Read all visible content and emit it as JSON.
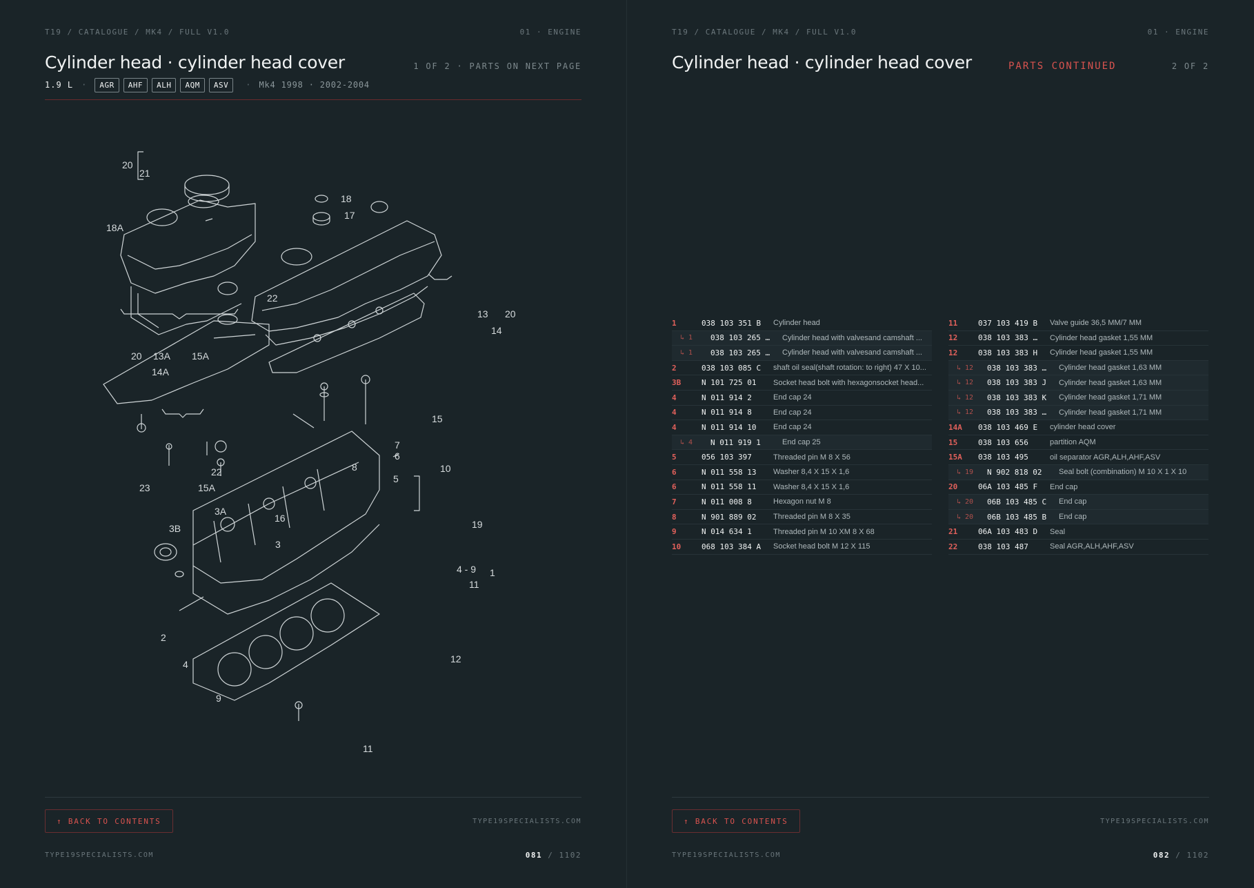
{
  "left": {
    "breadcrumb": "T19 / CATALOGUE / MK4 / FULL V1.0",
    "section": "01 · ENGINE",
    "title": "Cylinder head · cylinder head cover",
    "page_info": "1 OF 2 · PARTS ON NEXT PAGE",
    "displacement": "1.9 L",
    "engine_codes": [
      "AGR",
      "AHF",
      "ALH",
      "AQM",
      "ASV"
    ],
    "model_years": "Mk4 1998 · 2002-2004",
    "back_label": "↑ BACK TO CONTENTS",
    "site_right": "TYPE19SPECIALISTS.COM",
    "site_left": "TYPE19SPECIALISTS.COM",
    "page_current": "081",
    "page_total": "1102"
  },
  "right": {
    "breadcrumb": "T19 / CATALOGUE / MK4 / FULL V1.0",
    "section": "01 · ENGINE",
    "title": "Cylinder head · cylinder head cover",
    "continued": "PARTS CONTINUED",
    "page_info": "2 OF 2",
    "back_label": "↑ BACK TO CONTENTS",
    "site_right": "TYPE19SPECIALISTS.COM",
    "site_left": "TYPE19SPECIALISTS.COM",
    "page_current": "082",
    "page_total": "1102"
  },
  "diagram_labels": [
    "20",
    "21",
    "18",
    "17",
    "18A",
    "22",
    "13",
    "20",
    "14",
    "20",
    "13A",
    "15A",
    "14A",
    "15",
    "7",
    "6",
    "8",
    "10",
    "5",
    "23",
    "22",
    "15A",
    "3A",
    "16",
    "3B",
    "3",
    "19",
    "4 - 9",
    "1",
    "11",
    "2",
    "4",
    "12",
    "9",
    "11"
  ],
  "parts_left": [
    {
      "num": "1",
      "pn": "038 103 351 B",
      "desc": "Cylinder head",
      "sub": false
    },
    {
      "num": "↳ 1",
      "pn": "038 103 265 …",
      "desc": "Cylinder head with valvesand camshaft ...",
      "sub": true
    },
    {
      "num": "↳ 1",
      "pn": "038 103 265 …",
      "desc": "Cylinder head with valvesand camshaft ...",
      "sub": true
    },
    {
      "num": "2",
      "pn": "038 103 085 C",
      "desc": "shaft oil seal(shaft rotation: to right) 47 X 10...",
      "sub": false
    },
    {
      "num": "3B",
      "pn": "N 101 725 01",
      "desc": "Socket head bolt with hexagonsocket head...",
      "sub": false
    },
    {
      "num": "4",
      "pn": "N 011 914 2",
      "desc": "End cap 24",
      "sub": false
    },
    {
      "num": "4",
      "pn": "N 011 914 8",
      "desc": "End cap 24",
      "sub": false
    },
    {
      "num": "4",
      "pn": "N 011 914 10",
      "desc": "End cap 24",
      "sub": false
    },
    {
      "num": "↳ 4",
      "pn": "N 011 919 1",
      "desc": "End cap 25",
      "sub": true
    },
    {
      "num": "5",
      "pn": "056 103 397",
      "desc": "Threaded pin M 8 X 56",
      "sub": false
    },
    {
      "num": "6",
      "pn": "N 011 558 13",
      "desc": "Washer 8,4 X 15 X 1,6",
      "sub": false
    },
    {
      "num": "6",
      "pn": "N 011 558 11",
      "desc": "Washer 8,4 X 15 X 1,6",
      "sub": false
    },
    {
      "num": "7",
      "pn": "N 011 008 8",
      "desc": "Hexagon nut M 8",
      "sub": false
    },
    {
      "num": "8",
      "pn": "N 901 889 02",
      "desc": "Threaded pin M 8 X 35",
      "sub": false
    },
    {
      "num": "9",
      "pn": "N 014 634 1",
      "desc": "Threaded pin M 10 XM 8 X 68",
      "sub": false
    },
    {
      "num": "10",
      "pn": "068 103 384 A",
      "desc": "Socket head bolt M 12 X 115",
      "sub": false
    }
  ],
  "parts_right": [
    {
      "num": "11",
      "pn": "037 103 419 B",
      "desc": "Valve guide 36,5 MM/7 MM",
      "sub": false
    },
    {
      "num": "12",
      "pn": "038 103 383 …",
      "desc": "Cylinder head gasket 1,55 MM",
      "sub": false
    },
    {
      "num": "12",
      "pn": "038 103 383 H",
      "desc": "Cylinder head gasket 1,55 MM",
      "sub": false
    },
    {
      "num": "↳ 12",
      "pn": "038 103 383 …",
      "desc": "Cylinder head gasket 1,63 MM",
      "sub": true
    },
    {
      "num": "↳ 12",
      "pn": "038 103 383 J",
      "desc": "Cylinder head gasket 1,63 MM",
      "sub": true
    },
    {
      "num": "↳ 12",
      "pn": "038 103 383 K",
      "desc": "Cylinder head gasket 1,71 MM",
      "sub": true
    },
    {
      "num": "↳ 12",
      "pn": "038 103 383 …",
      "desc": "Cylinder head gasket 1,71 MM",
      "sub": true
    },
    {
      "num": "14A",
      "pn": "038 103 469 E",
      "desc": "cylinder head cover",
      "sub": false
    },
    {
      "num": "15",
      "pn": "038 103 656",
      "desc": "partition AQM",
      "sub": false
    },
    {
      "num": "15A",
      "pn": "038 103 495",
      "desc": "oil separator AGR,ALH,AHF,ASV",
      "sub": false
    },
    {
      "num": "↳ 19",
      "pn": "N 902 818 02",
      "desc": "Seal bolt (combination) M 10 X 1 X 10",
      "sub": true
    },
    {
      "num": "20",
      "pn": "06A 103 485 F",
      "desc": "End cap",
      "sub": false
    },
    {
      "num": "↳ 20",
      "pn": "06B 103 485 C",
      "desc": "End cap",
      "sub": true
    },
    {
      "num": "↳ 20",
      "pn": "06B 103 485 B",
      "desc": "End cap",
      "sub": true
    },
    {
      "num": "21",
      "pn": "06A 103 483 D",
      "desc": "Seal",
      "sub": false
    },
    {
      "num": "22",
      "pn": "038 103 487",
      "desc": "Seal AGR,ALH,AHF,ASV",
      "sub": false
    }
  ],
  "colors": {
    "background": "#1a2428",
    "accent": "#d9534f",
    "text": "#f1f3f3",
    "muted": "#6b777c"
  }
}
